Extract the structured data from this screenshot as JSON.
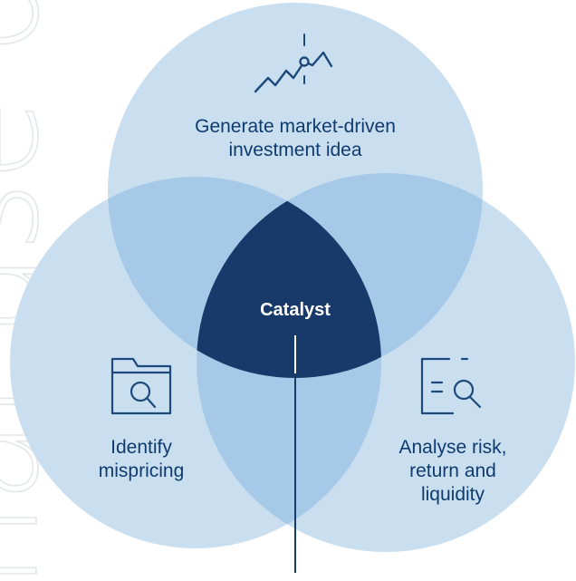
{
  "top_circle": {
    "line1": "Generate market-driven",
    "line2": "investment idea",
    "icon": "market-trend-chart-icon"
  },
  "left_circle": {
    "line1": "Identify",
    "line2": "mispricing",
    "icon": "folder-search-icon"
  },
  "right_circle": {
    "line1": "Analyse risk,",
    "line2": "return and",
    "line3": "liquidity",
    "icon": "document-search-icon"
  },
  "center": {
    "label": "Catalyst"
  },
  "watermark": "nal use or",
  "colors": {
    "circle_fill": "#c9dff0",
    "overlap_fill": "#a7c9e8",
    "center_fill": "#173a6b",
    "text": "#0f3b6e",
    "icon": "#1d4a7a"
  }
}
